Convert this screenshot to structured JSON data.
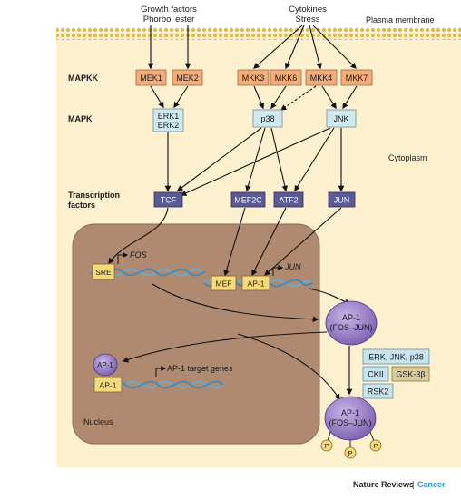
{
  "stimuli": {
    "growth": [
      "Growth factors",
      "Phorbol ester"
    ],
    "cytokines": [
      "Cytokines",
      "Stress"
    ]
  },
  "labels": {
    "plasma_membrane": "Plasma membrane",
    "cytoplasm": "Cytoplasm",
    "nucleus": "Nucleus",
    "mapkk": "MAPKK",
    "mapk": "MAPK",
    "tf_line1": "Transcription",
    "tf_line2": "factors"
  },
  "mapkk": [
    "MEK1",
    "MEK2",
    "MKK3",
    "MKK6",
    "MKK4",
    "MKK7"
  ],
  "mapk": {
    "erk": [
      "ERK1",
      "ERK2"
    ],
    "p38": "p38",
    "jnk": "JNK"
  },
  "tfs": [
    "TCF",
    "MEF2C",
    "ATF2",
    "JUN"
  ],
  "dna": {
    "sre": "SRE",
    "fos": "FOS",
    "mef": "MEF",
    "ap1": "AP-1",
    "jun": "JUN",
    "target_ap1": "AP-1",
    "target_genes": "AP-1 target genes"
  },
  "complex": {
    "line1": "AP-1",
    "line2": "(FOS–JUN)",
    "nuclear_ap1": "AP-1",
    "phospho": "P"
  },
  "kinases": {
    "row1": "ERK, JNK, p38",
    "ck": "CKII",
    "gsk": "GSK-3β",
    "rsk": "RSK2"
  },
  "credit": {
    "journal": "Nature Reviews",
    "sep": "|",
    "section": "Cancer"
  },
  "colors": {
    "cytoplasm": "#fdf0cf",
    "membrane": "#f4d06f",
    "nucleus": "#b08a70",
    "mapkk": "#f3ac7a",
    "mapk": "#cfe9f0",
    "tf": "#5a5a94",
    "ap1_dna": "#f6d97a",
    "complex": "#8a70b8",
    "kinase": "#c6e3ee",
    "gsk": "#d8cc9c",
    "cancer": "#2a9ad0"
  }
}
